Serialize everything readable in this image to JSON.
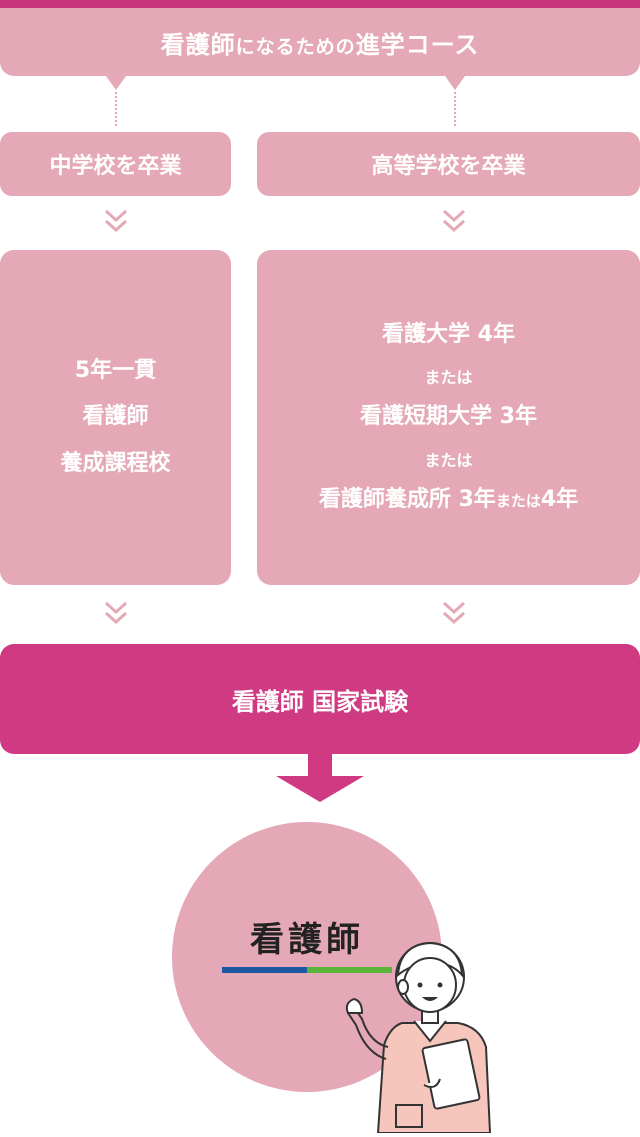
{
  "title": {
    "main1": "看護師",
    "sub": "になるための",
    "main2": "進学コース"
  },
  "left_path": {
    "start": "中学校を卒業",
    "school_lines": [
      "5年一貫",
      "看護師",
      "養成課程校"
    ]
  },
  "right_path": {
    "start": "高等学校を卒業",
    "option1": "看護大学 4年",
    "or1": "または",
    "option2": "看護短期大学 3年",
    "or2": "または",
    "option3_main": "看護師養成所 3年",
    "option3_or": "または",
    "option3_end": "4年"
  },
  "exam": "看護師 国家試験",
  "result": "看護師",
  "colors": {
    "box_pink": "#e5a8b7",
    "exam_magenta": "#d03a82",
    "top_bar": "#c8357d",
    "underline_blue": "#1f57a4",
    "underline_green": "#5bb43a"
  },
  "icons": [
    "double-chevron-down-icon",
    "down-arrow-icon",
    "nurse-illustration"
  ]
}
